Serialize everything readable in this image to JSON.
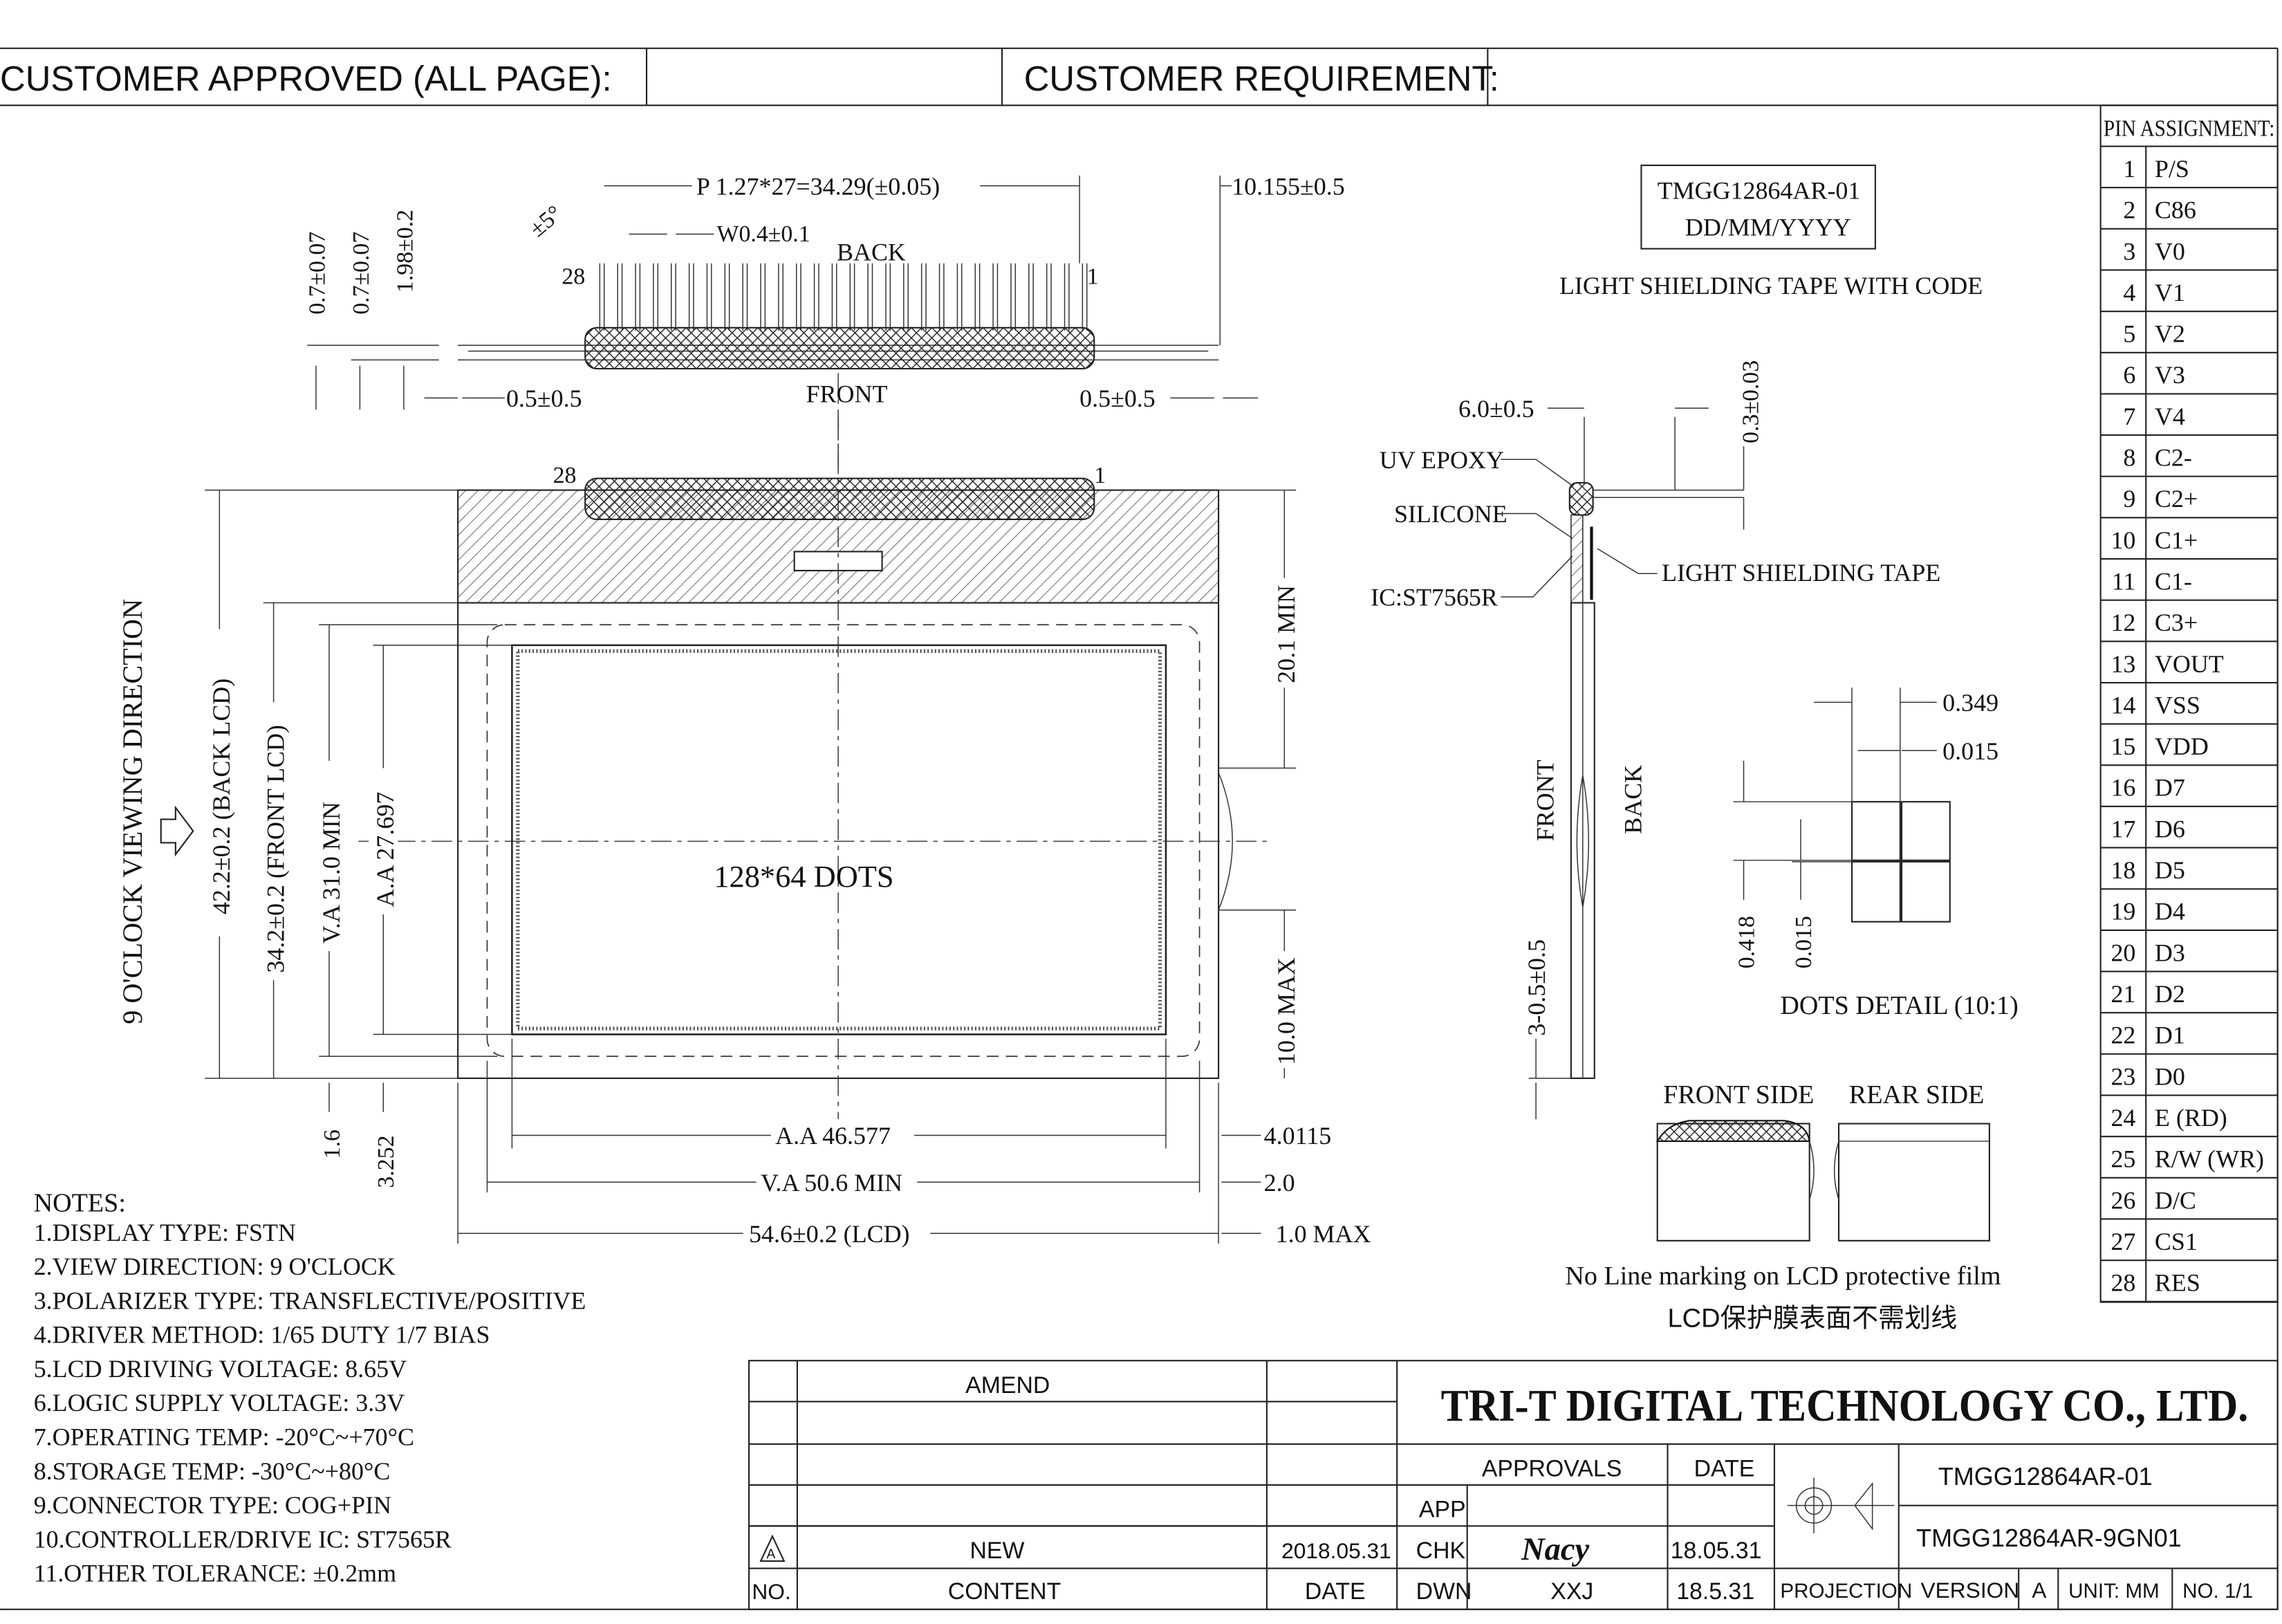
{
  "header": {
    "customer_approved": "CUSTOMER   APPROVED   (ALL   PAGE):",
    "customer_requirement": "CUSTOMER   REQUIREMENT:"
  },
  "pin_table": {
    "title": "PIN ASSIGNMENT:",
    "pins": [
      {
        "no": "1",
        "name": "P/S"
      },
      {
        "no": "2",
        "name": "C86"
      },
      {
        "no": "3",
        "name": "V0"
      },
      {
        "no": "4",
        "name": "V1"
      },
      {
        "no": "5",
        "name": "V2"
      },
      {
        "no": "6",
        "name": "V3"
      },
      {
        "no": "7",
        "name": "V4"
      },
      {
        "no": "8",
        "name": "C2-"
      },
      {
        "no": "9",
        "name": "C2+"
      },
      {
        "no": "10",
        "name": "C1+"
      },
      {
        "no": "11",
        "name": "C1-"
      },
      {
        "no": "12",
        "name": "C3+"
      },
      {
        "no": "13",
        "name": "VOUT"
      },
      {
        "no": "14",
        "name": "VSS"
      },
      {
        "no": "15",
        "name": "VDD"
      },
      {
        "no": "16",
        "name": "D7"
      },
      {
        "no": "17",
        "name": "D6"
      },
      {
        "no": "18",
        "name": "D5"
      },
      {
        "no": "19",
        "name": "D4"
      },
      {
        "no": "20",
        "name": "D3"
      },
      {
        "no": "21",
        "name": "D2"
      },
      {
        "no": "22",
        "name": "D1"
      },
      {
        "no": "23",
        "name": "D0"
      },
      {
        "no": "24",
        "name": "E (RD)"
      },
      {
        "no": "25",
        "name": "R/W (WR)"
      },
      {
        "no": "26",
        "name": "D/C"
      },
      {
        "no": "27",
        "name": "CS1"
      },
      {
        "no": "28",
        "name": "RES"
      }
    ]
  },
  "top_view": {
    "pitch": "P  1.27*27=34.29(±0.05)",
    "offset_right": "10.155±0.5",
    "angle": "±5°",
    "pin_width": "W0.4±0.1",
    "back": "BACK",
    "front": "FRONT",
    "pin_28": "28",
    "pin_1": "1",
    "dim_07a": "0.7±0.07",
    "dim_07b": "0.7±0.07",
    "dim_198": "1.98±0.2",
    "dim_left": "0.5±0.5",
    "dim_right": "0.5±0.5"
  },
  "front_view": {
    "pin_28": "28",
    "pin_1": "1",
    "dots": "128*64  DOTS",
    "viewing_direction": "9  O'CLOCK  VIEWING  DIRECTION",
    "back_lcd": "42.2±0.2  (BACK LCD)",
    "front_lcd": "34.2±0.2  (FRONT LCD)",
    "va_h": "V.A  31.0  MIN",
    "aa_h": "A.A  27.697",
    "dim_16": "1.6",
    "dim_3252": "3.252",
    "aa_w": "A.A  46.577",
    "va_w": "V.A  50.6  MIN",
    "lcd_w": "54.6±0.2  (LCD)",
    "dim_40115": "4.0115",
    "dim_20": "2.0",
    "dim_10max": "1.0  MAX",
    "dim_201": "20.1  MIN",
    "dim_100": "10.0  MAX"
  },
  "side_view": {
    "tape_code_line1": "TMGG12864AR-01",
    "tape_code_line2": "DD/MM/YYYY",
    "tape_caption": "LIGHT  SHIELDING  TAPE  WITH  CODE",
    "dim_6": "6.0±0.5",
    "dim_03": "0.3±0.03",
    "uv_epoxy": "UV  EPOXY",
    "silicone": "SILICONE",
    "ic": "IC:ST7565R",
    "light_tape": "LIGHT  SHIELDING  TAPE",
    "front": "FRONT",
    "back": "BACK",
    "dim_3": "3-0.5±0.5"
  },
  "dots_detail": {
    "d0349": "0.349",
    "d0015a": "0.015",
    "d0418": "0.418",
    "d0015b": "0.015",
    "caption": "DOTS  DETAIL  (10:1)"
  },
  "film": {
    "front_side": "FRONT  SIDE",
    "rear_side": "REAR  SIDE",
    "note_en": "No Line marking on LCD protective film",
    "note_cn": "LCD保护膜表面不需划线"
  },
  "notes": {
    "title": "NOTES:",
    "items": [
      "1.DISPLAY  TYPE:  FSTN",
      "2.VIEW  DIRECTION:  9  O'CLOCK",
      "3.POLARIZER  TYPE:  TRANSFLECTIVE/POSITIVE",
      "4.DRIVER  METHOD:  1/65  DUTY  1/7  BIAS",
      "5.LCD  DRIVING  VOLTAGE:  8.65V",
      "6.LOGIC  SUPPLY  VOLTAGE:  3.3V",
      "7.OPERATING  TEMP:  -20°C~+70°C",
      "8.STORAGE  TEMP:  -30°C~+80°C",
      "9.CONNECTOR  TYPE:  COG+PIN",
      "10.CONTROLLER/DRIVE  IC:  ST7565R",
      "11.OTHER  TOLERANCE:  ±0.2mm"
    ]
  },
  "title_block": {
    "amend": "AMEND",
    "company": "TRI-T DIGITAL TECHNOLOGY CO., LTD.",
    "approvals": "APPROVALS",
    "date_hdr": "DATE",
    "app": "APP",
    "chk": "CHK",
    "dwn": "DWN",
    "chk_name": "Nacy",
    "chk_date": "18.05.31",
    "dwn_name": "XXJ",
    "dwn_date": "18.5.31",
    "rev_mark": "A",
    "rev_content": "NEW",
    "rev_date": "2018.05.31",
    "no_hdr": "NO.",
    "content_hdr": "CONTENT",
    "date_col_hdr": "DATE",
    "part_no": "TMGG12864AR-01",
    "drawing_no": "TMGG12864AR-9GN01",
    "projection": "PROJECTION",
    "version_label": "VERSION",
    "version": "A",
    "unit": "UNIT: MM",
    "sheet": "NO. 1/1"
  }
}
